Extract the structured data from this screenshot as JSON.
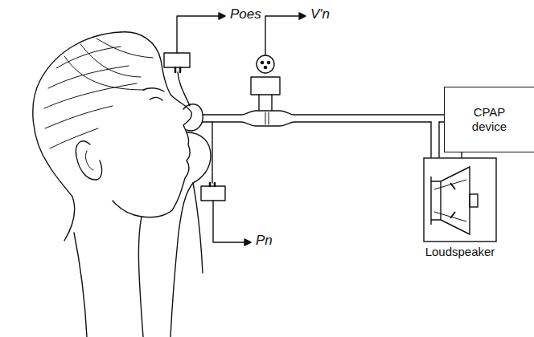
{
  "diagram": {
    "nodes": [
      {
        "text": [
          "CPAP device"
        ]
      },
      {
        "text": [
          "Loudspeaker"
        ]
      }
    ],
    "edges": [
      {
        "from": 0,
        "to": 1,
        "arrow": "none"
      }
    ],
    "labels": [
      "Poes",
      "V'n",
      "Pn"
    ]
  }
}
